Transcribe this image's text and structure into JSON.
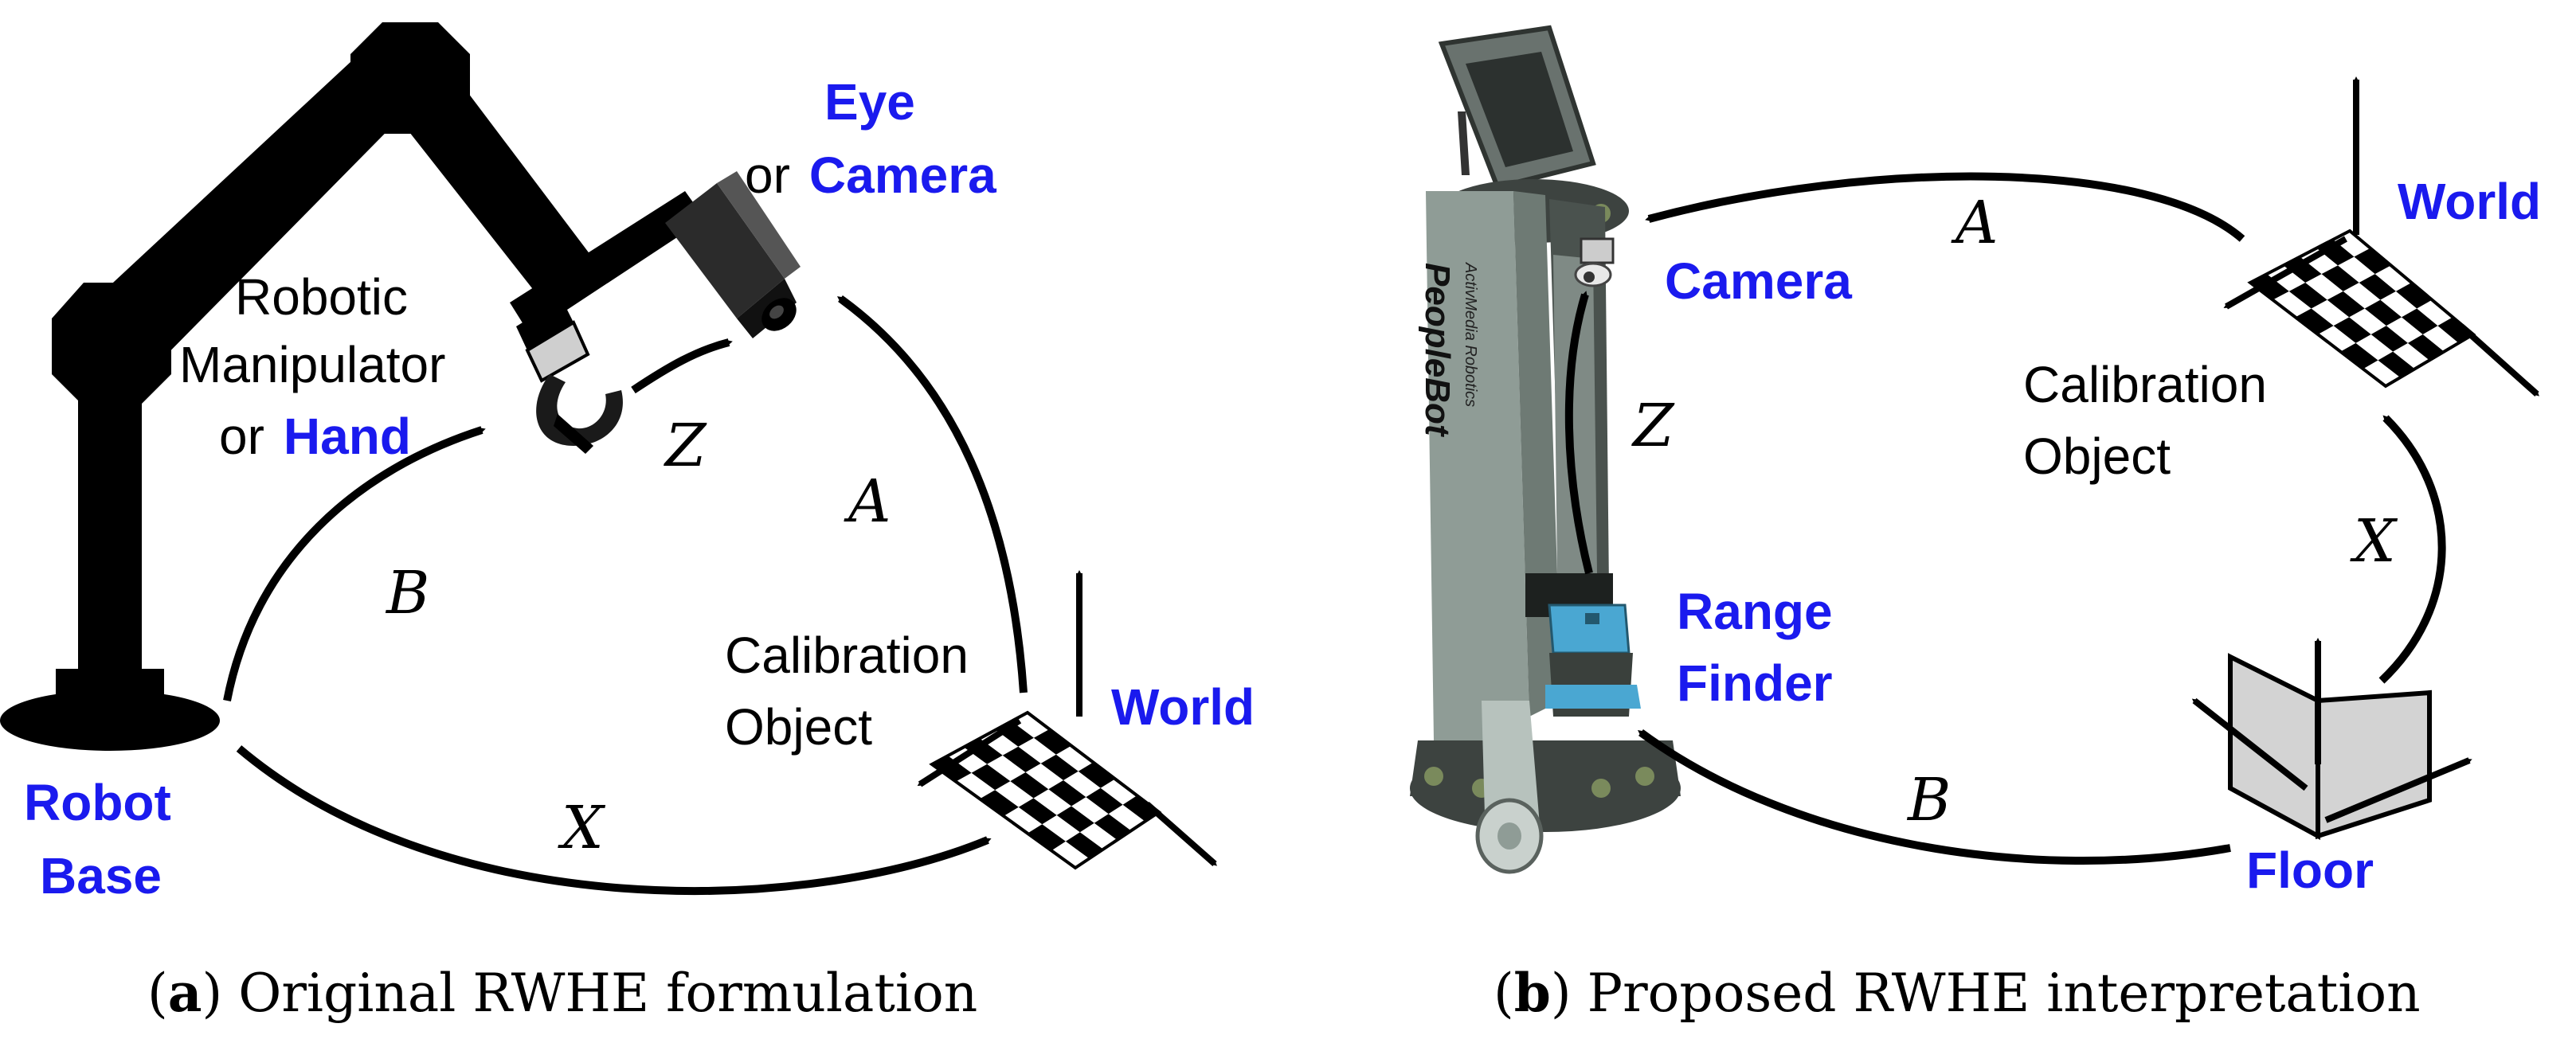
{
  "colors": {
    "blue_label": "#1a1aee",
    "black": "#000000",
    "robot_body": "#8f9c96",
    "robot_dark": "#3d4340",
    "sensor_blue": "#4aa7d2",
    "panel_gray": "#d3d3d3"
  },
  "panel_a": {
    "eye": "Eye",
    "or_camera_prefix": "or",
    "camera": "Camera",
    "robotic": "Robotic",
    "manipulator": "Manipulator",
    "or_hand_prefix": "or",
    "hand": "Hand",
    "robot": "Robot",
    "base": "Base",
    "calibration": "Calibration",
    "object": "Object",
    "world": "World",
    "var_a": "A",
    "var_b": "B",
    "var_x": "X",
    "var_z": "Z",
    "caption_letter": "(a)",
    "caption_text": "Original RWHE formulation"
  },
  "panel_b": {
    "camera": "Camera",
    "world": "World",
    "calibration": "Calibration",
    "object": "Object",
    "range": "Range",
    "finder": "Finder",
    "floor": "Floor",
    "var_a": "A",
    "var_b": "B",
    "var_x": "X",
    "var_z": "Z",
    "robot_brand": "ActivMedia Robotics",
    "robot_name": "PeopleBot",
    "caption_letter": "(b)",
    "caption_text": "Proposed RWHE interpretation"
  }
}
